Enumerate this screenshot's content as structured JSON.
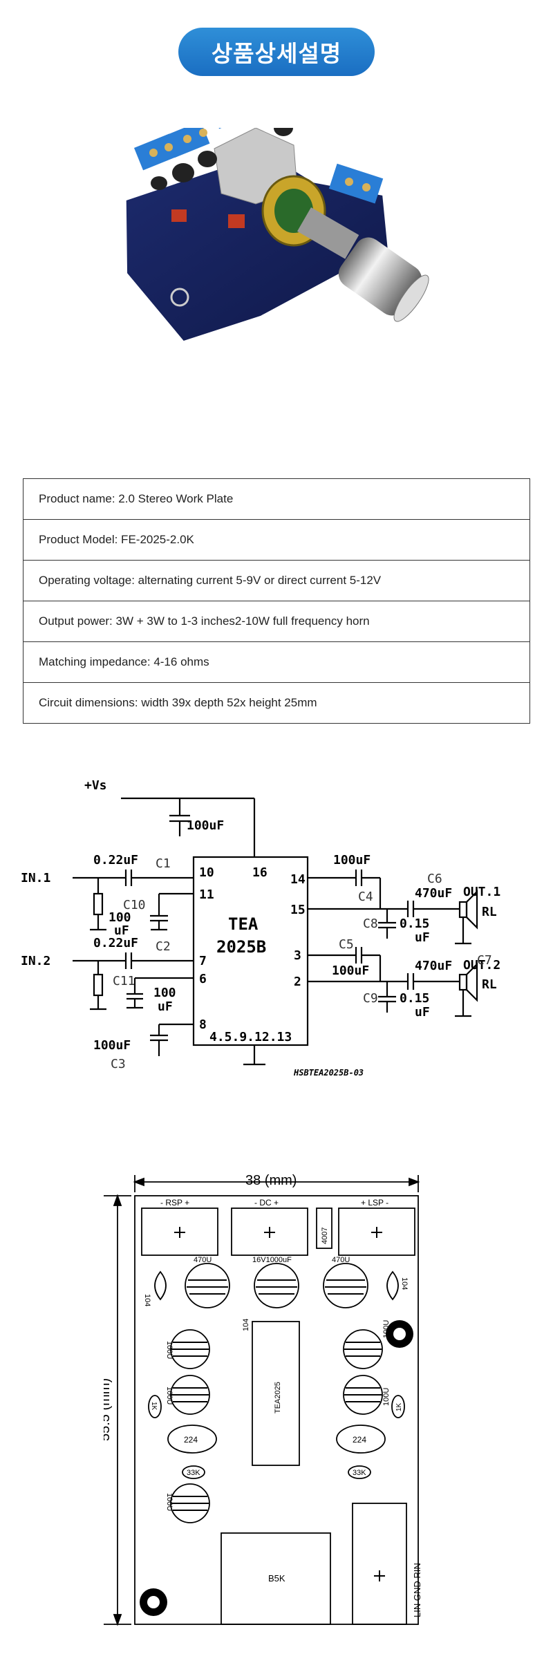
{
  "header": {
    "title": "상품상세설명"
  },
  "specs": [
    "Product name: 2.0 Stereo Work Plate",
    "Product Model: FE-2025-2.0K",
    "Operating voltage: alternating current 5-9V or direct current 5-12V",
    "Output power: 3W + 3W to 1-3 inches2-10W full frequency horn",
    "Matching impedance: 4-16 ohms",
    "Circuit dimensions: width 39x depth 52x height 25mm"
  ],
  "schematic": {
    "vcc": "+Vs",
    "in1": "IN.1",
    "in2": "IN.2",
    "out1": "OUT.1",
    "out2": "OUT.2",
    "rl": "RL",
    "chip_line1": "TEA",
    "chip_line2": "2025B",
    "pin10": "10",
    "pin16": "16",
    "pin11": "11",
    "pin7": "7",
    "pin6": "6",
    "pin8": "8",
    "pin14": "14",
    "pin15": "15",
    "pin3": "3",
    "pin2": "2",
    "gnd_pins": "4.5.9.12.13",
    "c1_val": "0.22uF",
    "c1": "C1",
    "c2_val": "0.22uF",
    "c2": "C2",
    "c10": "C10",
    "c10_val1": "100",
    "c10_val2": "uF",
    "c11": "C11",
    "c11_val1": "100",
    "c11_val2": "uF",
    "c3_val": "100uF",
    "c3": "C3",
    "ctop_val": "100uF",
    "c4_val": "100uF",
    "c4": "C4",
    "c5": "C5",
    "c5_val": "100uF",
    "c6": "C6",
    "c6_val": "470uF",
    "c7": "C7",
    "c7_val": "470uF",
    "c8": "C8",
    "c8_val1": "0.15",
    "c8_val2": "uF",
    "c9": "C9",
    "c9_val1": "0.15",
    "c9_val2": "uF",
    "code": "HSBTEA2025B-03"
  },
  "pcb": {
    "width_dim": "38 (mm)",
    "height_dim": "55.5 (mm)",
    "rsp": "- RSP +",
    "dc": "- DC +",
    "lsp": "+ LSP -",
    "diode": "4007",
    "cap_470_left": "470U",
    "cap_1000": "16V1000uF",
    "cap_470_right": "470U",
    "cap_104_left": "104",
    "cap_104_right": "104",
    "c_104_small": "104",
    "cap_100_l1": "100U",
    "cap_100_l2": "100U",
    "cap_100_r1": "100U",
    "cap_100_r2": "100U",
    "res_1k_l": "1K",
    "res_1k_r": "1K",
    "cap_224_l": "224",
    "cap_224_r": "224",
    "res_33k_l": "33K",
    "res_33k_r": "33K",
    "cap_100_bottom": "100U",
    "ic": "TEA2025",
    "pot": "B5K",
    "lin_gnd_rin": "LIN GND RIN"
  }
}
